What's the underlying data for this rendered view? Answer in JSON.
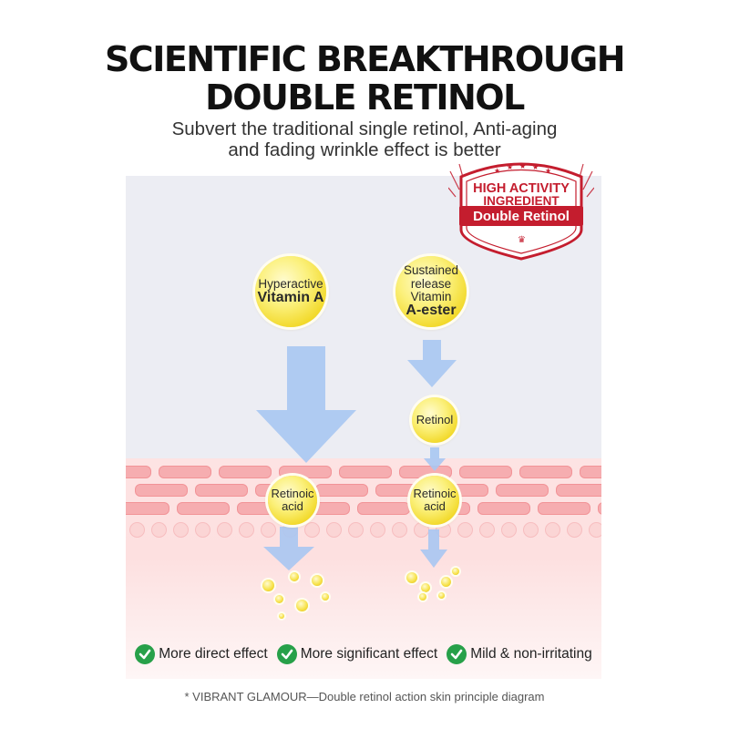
{
  "header": {
    "title_line1": "SCIENTIFIC BREAKTHROUGH",
    "title_line2": "DOUBLE RETINOL",
    "subtitle_line1": "Subvert the traditional single retinol, Anti-aging",
    "subtitle_line2": "and fading wrinkle effect is better"
  },
  "seal": {
    "line1": "HIGH ACTIVITY",
    "line2": "INGREDIENT",
    "ribbon": "Double Retinol",
    "color": "#c41d2e"
  },
  "diagram": {
    "left_pathway": {
      "source": {
        "line1": "Hyperactive",
        "line2": "Vitamin A"
      },
      "product": {
        "line1": "Retinoic",
        "line2": "acid"
      }
    },
    "right_pathway": {
      "source": {
        "line1": "Sustained",
        "line2": "release",
        "line3": "Vitamin",
        "line4": "A-ester"
      },
      "intermediate": {
        "label": "Retinol"
      },
      "product": {
        "line1": "Retinoic",
        "line2": "acid"
      }
    },
    "arrow_color": "#a9c6f2",
    "skin_color": "#f6adb0"
  },
  "benefits": [
    {
      "label": "More direct effect",
      "icon": "check-icon"
    },
    {
      "label": "More significant effect",
      "icon": "check-icon"
    },
    {
      "label": "Mild & non-irritating",
      "icon": "check-icon"
    }
  ],
  "footnote": "* VIBRANT GLAMOUR—Double retinol action skin principle diagram"
}
